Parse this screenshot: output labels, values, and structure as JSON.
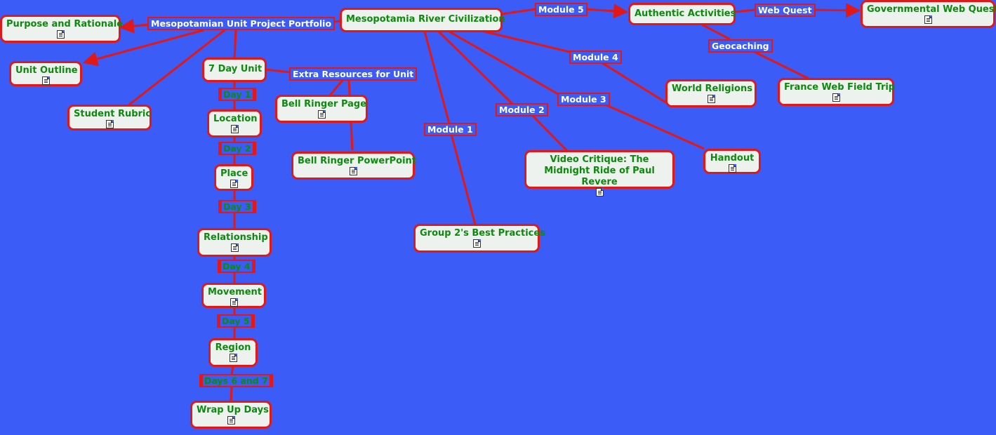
{
  "colors": {
    "background": "#3b5cf6",
    "node_fill": "#eef2ee",
    "border": "#e01818",
    "node_text": "#0d8a0d",
    "label_text": "#ffffff"
  },
  "root": "Mesopotamia River Civilization",
  "links": {
    "module5": "Module 5",
    "module4": "Module 4",
    "module3": "Module 3",
    "module2": "Module 2",
    "module1": "Module 1",
    "web_quest": "Web Quest",
    "geocaching": "Geocaching",
    "portfolio": "Mesopotamian Unit Project Portfolio",
    "extra": "Extra Resources for Unit",
    "day1": "Day 1",
    "day2": "Day 2",
    "day3": "Day 3",
    "day4": "Day 4",
    "day5": "Day 5",
    "days67": "Days 6 and 7"
  },
  "nodes": {
    "authentic": "Authentic Activities",
    "gov_web_quest": "Governmental Web Quest",
    "france": "France Web Field Trip",
    "world_religions": "World Religions",
    "handout": "Handout",
    "video": "Video Critique: The Midnight Ride of Paul Revere",
    "best_practices": "Group 2's Best Practices",
    "purpose": "Purpose and Rationale",
    "unit_outline": "Unit Outline",
    "rubric": "Student Rubric",
    "seven_day": "7 Day Unit",
    "bell_page": "Bell Ringer Page",
    "bell_ppt": "Bell Ringer PowerPoint",
    "location": "Location",
    "place": "Place",
    "relationship": "Relationship",
    "movement": "Movement",
    "region": "Region",
    "wrap_up": "Wrap Up Days"
  }
}
